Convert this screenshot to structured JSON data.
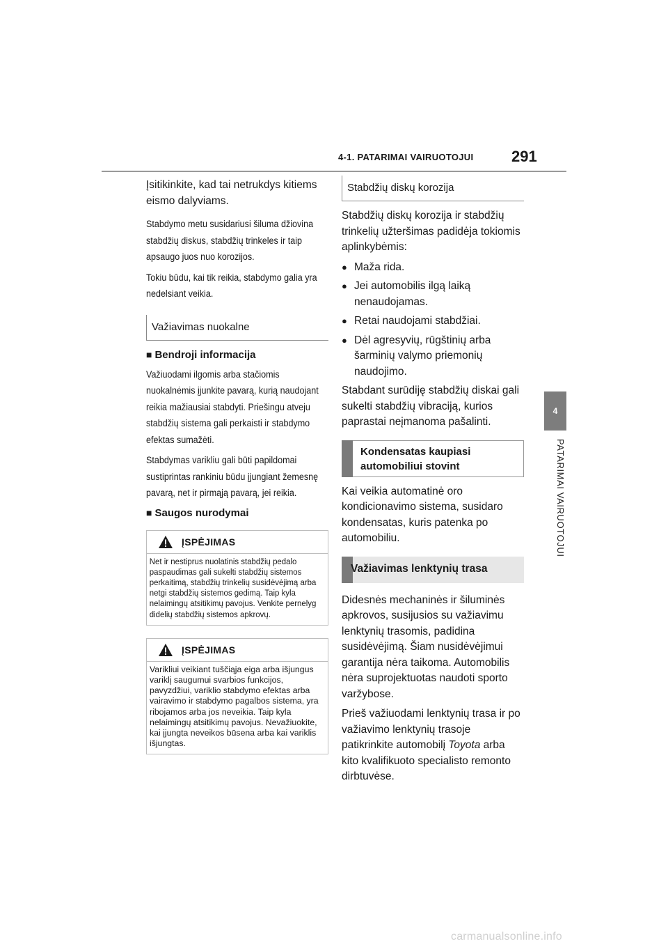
{
  "header": {
    "section": "4-1. PATARIMAI VAIRUOTOJUI",
    "page_number": "291"
  },
  "side": {
    "tab_number": "4",
    "chapter": "PATARIMAI VAIRUOTOJUI"
  },
  "col1": {
    "intro": "Įsitikinkite, kad tai netrukdys kitiems eismo dalyviams.",
    "p1": "Stabdymo metu susidariusi šiluma džiovina stabdžių diskus, stabdžių trinkeles ir taip apsaugo juos nuo korozijos.",
    "p2": "Tokiu būdu, kai tik reikia, stabdymo galia yra nedelsiant veikia.",
    "box1": "Važiavimas nuokalne",
    "sub1": "Bendroji informacija",
    "p3": "Važiuodami ilgomis arba stačiomis nuokalnėmis įjunkite pavarą, kurią naudojant reikia mažiausiai stabdyti. Priešingu atveju stabdžių sistema gali perkaisti ir stabdymo efektas sumažėti.",
    "p4": "Stabdymas varikliu gali būti papildomai sustiprintas rankiniu būdu įjungiant žemesnę pavarą, net ir pirmąją pavarą, jei reikia.",
    "sub2": "Saugos nurodymai",
    "warn1_title": "ĮSPĖJIMAS",
    "warn1_text": "Net ir nestiprus nuolatinis stabdžių pedalo paspaudimas gali sukelti stabdžių sistemos perkaitimą, stabdžių trinkelių susidėvėjimą arba netgi stabdžių sistemos gedimą. Taip kyla nelaimingų atsitikimų pavojus. Venkite pernelyg didelių stabdžių sistemos apkrovų.",
    "warn2_title": "ĮSPĖJIMAS",
    "warn2_text": "Varikliui veikiant tuščiąja eiga arba išjungus variklį saugumui svarbios funkcijos, pavyzdžiui, variklio stabdymo efektas arba vairavimo ir stabdymo pagalbos sistema, yra ribojamos arba jos neveikia. Taip kyla nelaimingų atsitikimų pavojus. Nevažiuokite, kai įjungta neveikos būsena arba kai variklis išjungtas."
  },
  "col2": {
    "box1": "Stabdžių diskų korozija",
    "p1": "Stabdžių diskų korozija ir stabdžių trinkelių užteršimas padidėja tokiomis aplinkybėmis:",
    "bullets": [
      "Maža rida.",
      "Jei automobilis ilgą laiką nenaudojamas.",
      "Retai naudojami stabdžiai.",
      "Dėl agresyvių, rūgštinių arba šarminių valymo priemonių naudojimo."
    ],
    "p2": "Stabdant surūdiję stabdžių diskai gali sukelti stabdžių vibraciją, kurios paprastai neįmanoma pašalinti.",
    "box2": "Kondensatas kaupiasi automobiliui stovint",
    "p3": "Kai veikia automatinė oro kondicionavimo sistema, susidaro kondensatas, kuris patenka po automobiliu.",
    "box3": "Važiavimas lenktynių trasa",
    "p4": "Didesnės mechaninės ir šiluminės apkrovos, susijusios su važiavimu lenktynių trasomis, padidina susidėvėjimą. Šiam nusidėvėjimui garantija nėra taikoma. Automobilis nėra suprojektuotas naudoti sporto varžybose.",
    "p5_before": "Prieš važiuodami lenktynių trasa ir po važiavimo lenktynių trasoje patikrinkite automobilį",
    "p5_brand": "Toyota",
    "p5_after": "arba kito kvalifikuoto specialisto remonto dirbtuvėse."
  },
  "footer": "carmanualsonline.info"
}
